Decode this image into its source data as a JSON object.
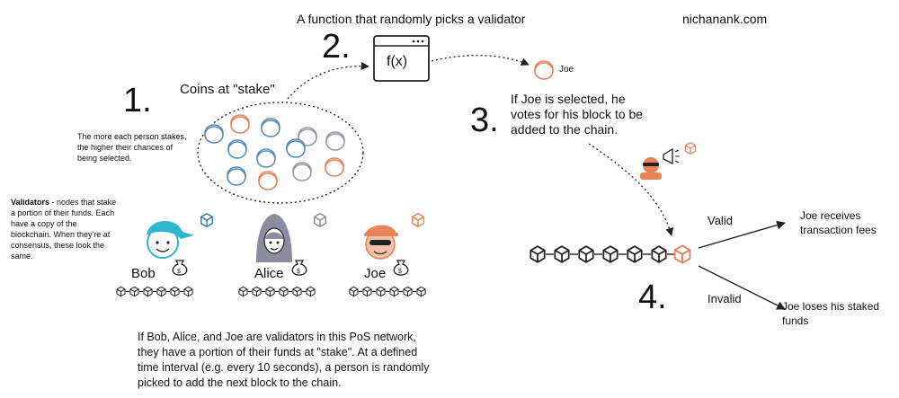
{
  "header": {
    "function_caption": "A function that randomly picks a validator",
    "site": "nichanank.com"
  },
  "steps": {
    "s1": "1.",
    "s2": "2.",
    "s3": "3.",
    "s4": "4."
  },
  "stake": {
    "title": "Coins at \"stake\"",
    "note": "The more each person stakes, the higher their chances of being selected."
  },
  "function_box": {
    "label": "f(x)"
  },
  "joe_selected": {
    "name": "Joe",
    "text": "If Joe is selected, he votes for his block to be added to the chain."
  },
  "validators": {
    "title": "Validators",
    "text": " - nodes that stake a portion of their funds. Each have a copy of the blockchain. When they're at consensus, these look the same.",
    "people": [
      {
        "name": "Bob"
      },
      {
        "name": "Alice"
      },
      {
        "name": "Joe"
      }
    ]
  },
  "explanation": "If Bob, Alice, and Joe are validators in this PoS network, they have a portion of their funds at \"stake\". At a defined time interval (e.g. every 10 seconds), a person is randomly picked to add the next block to the chain.",
  "outcomes": {
    "valid_label": "Valid",
    "invalid_label": "Invalid",
    "valid_result": "Joe receives\ntransaction fees",
    "invalid_result": "Joe loses his staked\nfunds"
  },
  "colors": {
    "blue": "#5b8db8",
    "orange": "#e8835a",
    "gray": "#9a9aa6",
    "ink": "#222222"
  }
}
